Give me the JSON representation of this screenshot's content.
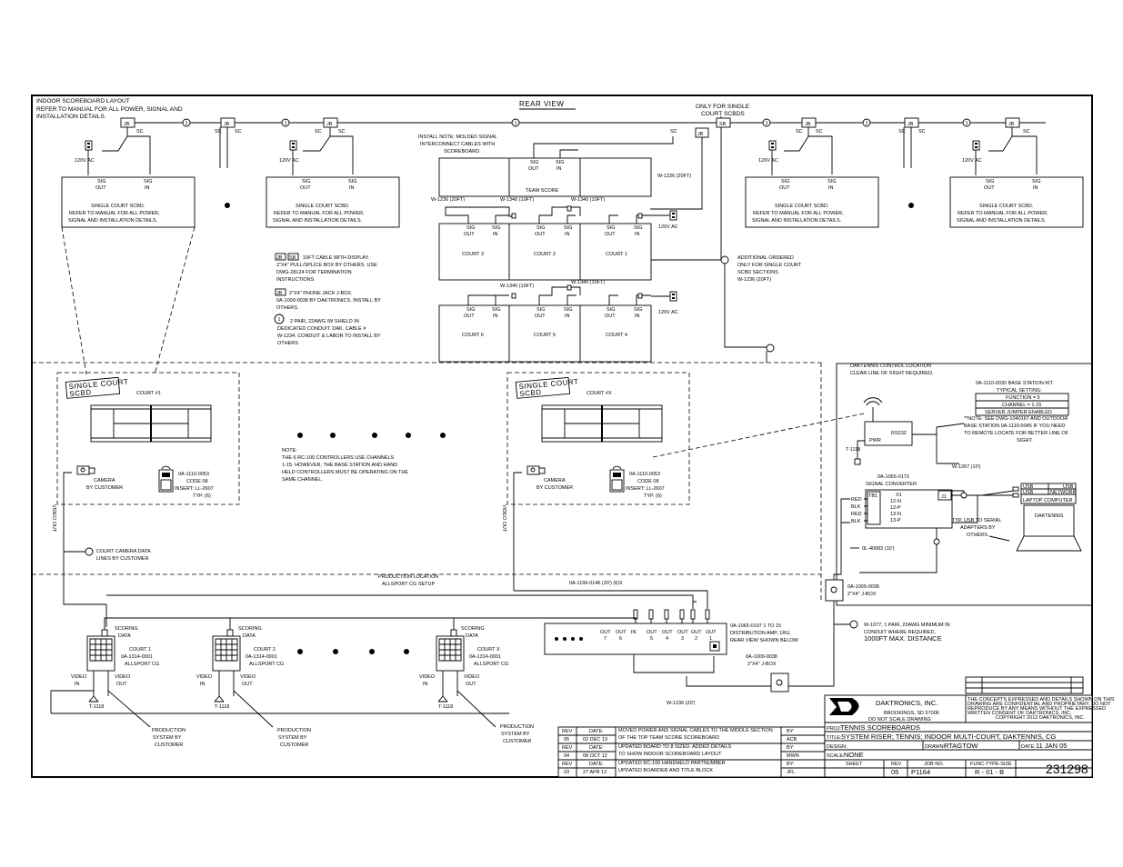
{
  "notes": {
    "layout": [
      "INDOOR SCOREBOARD LAYOUT",
      "REFER TO MANUAL FOR ALL POWER, SIGNAL AND",
      "INSTALLATION DETAILS."
    ],
    "rear_view": "REAR  VIEW",
    "only_single": [
      "ONLY FOR SINGLE",
      "COURT SCBDS"
    ],
    "install_note": [
      "INSTALL NOTE:  MOLDED SIGNAL",
      "INTERCONNECT CABLES WITH",
      "SCOREBOARD."
    ],
    "additional": [
      "ADDITIONAL ORDERED",
      "ONLY FOR SINGLE COURT",
      "SCBD SECTIONS",
      "W-1236 (20FT)"
    ],
    "legend_jbsb": [
      "10FT CABLE WITH DISPLAY.",
      "2\"X4\" PULL/SPLICE BOX BY OTHERS.  USE",
      "DWG-28124 FOR TERMINATION",
      "INSTRUCTIONS"
    ],
    "legend_jb": [
      "2\"X4\" PHONE JACK J-BOX.",
      "0A-1009-0038 BY DAKTRONICS.  INSTALL BY",
      "OTHERS."
    ],
    "legend_1": [
      "2 PAIR, 22AWG /W SHIELD IN",
      "DEDICATED CONDUIT.  DAK. CABLE #",
      "W-1234.  CONDUIT & LABOR TO INSTALL BY",
      "OTHERS"
    ],
    "rc_note": [
      "NOTE:",
      "THE 6 RC-100 CONTROLLERS USE CHANNELS",
      "1-15.  HOWEVER, THE BASE STATION AND HAND",
      "HELD CONTROLLERS MUST BE OPERATING ON THE",
      "SAME CHANNEL."
    ],
    "control_loc": [
      "DAKTENNIS CONTROL LOCATION",
      "CLEAR LINE OF SIGHT REQUIRED."
    ],
    "base_kit": [
      "0A-1110-0030 BASE STATION KIT.",
      "TYPICAL SETTING:",
      "FUNCTION = 5",
      "CHANNEL = 1-15",
      "SERVER JUMPER ENABLED"
    ],
    "see_note": [
      "**NOTE:  SEE DWG-1040167 AND OUTDOOR",
      "BASE STATION 0A-1110-0045 IF YOU NEED",
      "TO REMOTE LOCATE FOR BETTER LINE OF",
      "SIGHT."
    ],
    "camera_lines": [
      "COURT CAMERA DATA",
      "LINES BY CUSTOMER"
    ],
    "production": [
      "PRODUCTION LOCATION",
      "ALLSPORT CG SETUP"
    ],
    "usb_adapters": [
      "TYP. USB TO SERIAL",
      "ADAPTERS BY",
      "OTHERS."
    ],
    "w1077": [
      "W-1077, 1 PAIR, 22AWG MINIMUM IN",
      "CONDUIT WHERE REQUIRED,",
      "1000FT MAX. DISTANCE"
    ],
    "dist_amp": [
      "0A-1065-0197 1 TO 15",
      "DISTRIBUTION AMP, 1RU,",
      "REAR VIEW SHOWN BELOW"
    ]
  },
  "labels": {
    "jb": "JB",
    "sb": "SB",
    "sc": "SC",
    "one": "1",
    "ac": "120V  AC",
    "sig_out": [
      "SIG",
      "OUT"
    ],
    "sig_in": [
      "SIG",
      "IN"
    ],
    "single_scbd": [
      "SINGLE COURT SCBD.",
      "REFER TO MANUAL FOR ALL POWER,",
      "SIGNAL AND INSTALLATION DETAILS."
    ],
    "team_score": "TEAM  SCORE",
    "court1": "COURT  1",
    "court2": "COURT  2",
    "court3": "COURT  3",
    "court4": "COURT  4",
    "court5": "COURT  5",
    "court6": "COURT  6",
    "w1236": "W-1236 (20FT)",
    "w1340": "W-1340 (10FT)",
    "single_court": [
      "SINGLE  COURT",
      "SCBD"
    ],
    "court_1": "COURT  #1",
    "court_x": "COURT  #X",
    "camera": [
      "CAMERA",
      "BY  CUSTOMER"
    ],
    "rc": [
      "0A-1110-0053",
      "CODE  08",
      "INSERT:  LL-2607",
      "TYP.  (6)"
    ],
    "video_out": "VIDEO  OUT",
    "pwr": "PWR",
    "rs232": "RS232",
    "t1118": "T-1118",
    "sig_conv": [
      "0A-1065-0173",
      "SIGNAL CONVERTER"
    ],
    "tb1": "TB1",
    "x1": "X1",
    "j1": "J1",
    "conv_pins": [
      "12-N",
      "12-P",
      "13-N",
      "13-P"
    ],
    "wires": [
      "RED",
      "BLK",
      "RED",
      "BLK"
    ],
    "w1267": "W-1267 (10')",
    "ol40683": "0L-40683 (10')",
    "jbox": [
      "0A-1009-0038",
      "2\"X4\" J-BOX"
    ],
    "usb": "USB",
    "network": "NETWORK",
    "laptop": "LAPTOP  COMPUTER",
    "daktennis": "DAKTENNIS",
    "w1196": "0A-1196-0146 (20') (6)X",
    "out_labels": [
      "OUT",
      "OUT",
      "IN",
      "OUT",
      "OUT",
      "OUT",
      "OUT",
      "OUT"
    ],
    "out_nums": [
      "7",
      "6",
      "",
      "5",
      "4",
      "3",
      "2",
      "1"
    ],
    "scoring_data": [
      "SCORING",
      "DATA"
    ],
    "cg_x": [
      "COURT  X",
      "0A-1314-0001",
      "ALLSPORT  CG"
    ],
    "cg_1": [
      "COURT  1",
      "0A-1314-0001",
      "ALLSPORT  CG"
    ],
    "cg_2": [
      "COURT  2",
      "0A-1314-0001",
      "ALLSPORT  CG"
    ],
    "video_in": [
      "VIDEO",
      "IN"
    ],
    "video_out2": [
      "VIDEO",
      "OUT"
    ],
    "prod_sys": [
      "PRODUCTION",
      "SYSTEM  BY",
      "CUSTOMER"
    ],
    "w1236b": "W-1236 (20')",
    "jbox2": [
      "0A-1009-0038",
      "2\"X4\" J-BOX"
    ]
  },
  "revisions": [
    {
      "rev": "05",
      "date": "02 DEC 13",
      "desc": [
        "MOVED POWER AND SIGNAL CABLES TO THE MIDDLE SECTION",
        "OF THE TOP TEAM SCORE SCOREBOARD"
      ],
      "by": "ACB"
    },
    {
      "rev": "04",
      "date": "08 OCT 12",
      "desc": [
        "UPDATED BOARD TO 8 SIZED.  ADDED DETAILS",
        "TO SHOW INDOOR SCOREBOARD LAYOUT"
      ],
      "by": "MWN"
    },
    {
      "rev": "03",
      "date": "27 APR 12",
      "desc": [
        "UPDATED RC-100 HANDHELD PARTNUMBER",
        "UPDATED BOARDER AND TITLE BLOCK"
      ],
      "by": "JFL"
    }
  ],
  "rev_headers": {
    "rev": "REV",
    "date": "DATE:",
    "by": "BY:"
  },
  "title_block": {
    "company": "DAKTRONICS, INC.",
    "city": "BROOKINGS, SD  57006",
    "no_scale": "DO NOT SCALE DRAWING",
    "disclaimer": [
      "THE CONCEPTS EXPRESSED AND DETAILS SHOWN ON THIS",
      "DRAWING ARE CONFIDENTIAL AND PROPRIETARY.  DO NOT",
      "REPRODUCE BY ANY MEANS WITHOUT THE EXPRESSED",
      "WRITTEN CONSENT OF DAKTRONICS, INC.",
      "COPYRIGHT 2012 DAKTRONICS, INC."
    ],
    "proj_label": "PROJ:",
    "project": "TENNIS SCOREBOARDS",
    "title_label": "TITLE:",
    "title": "SYSTEM RISER; TENNIS; INDOOR MULTI-COURT, DAKTENNIS, CG",
    "design_label": "DESIGN:",
    "drawn_label": "DRAWN:",
    "drawn": "RTAGTOW",
    "date_label": "DATE:",
    "date": "11 JAN 05",
    "scale_label": "SCALE:",
    "scale": "NONE",
    "sheet_label": "SHEET",
    "rev_label": "REV",
    "job_label": "JOB NO.",
    "func_label": "FUNC-TYPE-SIZE",
    "rev": "05",
    "job": "P1164",
    "func": "R - 01 - B",
    "number": "231298"
  },
  "colors": {
    "ink": "#000000",
    "paper": "#ffffff"
  }
}
